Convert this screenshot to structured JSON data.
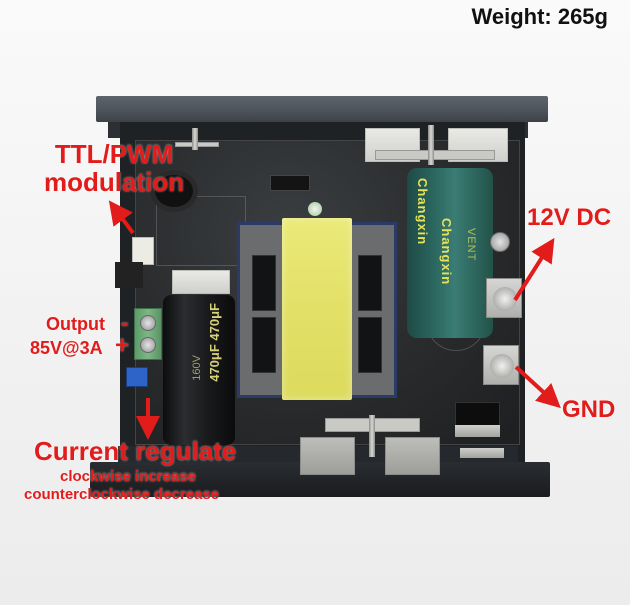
{
  "header": {
    "weight_label": "Weight: 265g"
  },
  "annotations": {
    "ttl_pwm": {
      "line1": "TTL/PWM",
      "line2": "modulation"
    },
    "dc_input": "12V DC",
    "gnd": "GND",
    "output": {
      "line1": "Output",
      "line2": "85V@3A",
      "minus_symbol": "-",
      "plus_symbol": "+"
    },
    "current_regulate": {
      "title": "Current regulate",
      "line1": "clockwise increase",
      "line2": "counterclockwise decrease"
    }
  },
  "components": {
    "green_capacitor_brand": "Changxin",
    "green_capacitor_mark": "VENT",
    "black_capacitor_rating": "470μF 470μF",
    "black_capacitor_voltage": "160V"
  },
  "colors": {
    "annotation_red": "#e21b1b",
    "background": "#f4f4f4",
    "heatsink": "#4c5259",
    "pcb": "#2a2c2e",
    "tape_yellow": "#e2e066",
    "capacitor_green": "#2d6a62",
    "potentiometer_blue": "#2e64c8"
  }
}
